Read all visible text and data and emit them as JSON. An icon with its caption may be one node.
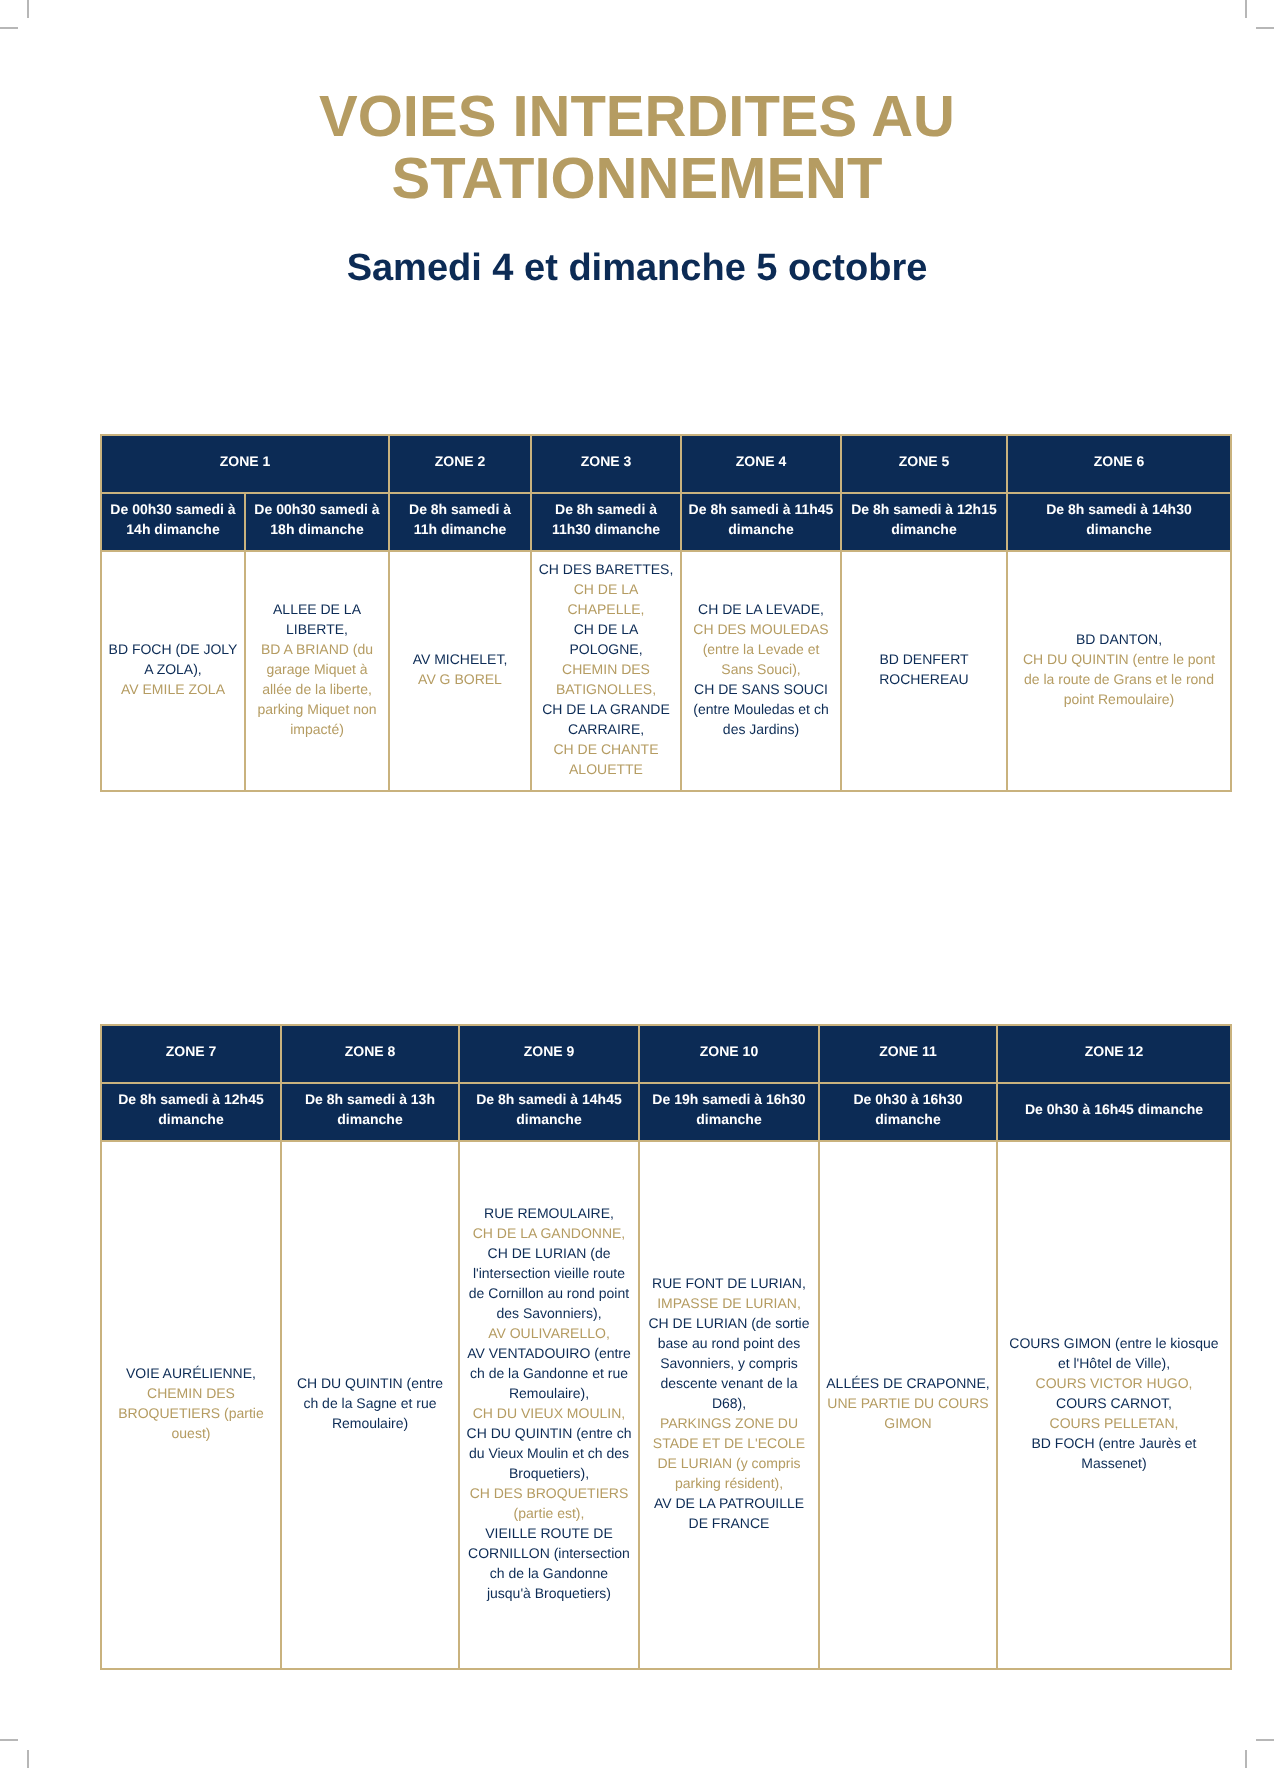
{
  "diagram": {
    "title": "VOIES INTERDITES AU STATIONNEMENT",
    "labels": [
      "Samedi 4 et dimanche 5 octobre",
      "ZONE 1",
      "ZONE 2",
      "ZONE 3",
      "ZONE 4",
      "ZONE 5",
      "ZONE 6",
      "De 00h30 samedi à 14h dimanche",
      "De 00h30 samedi à 18h dimanche",
      "De 8h samedi à 11h dimanche",
      "De 8h samedi à 11h30 dimanche",
      "De 8h samedi à 11h45 dimanche",
      "De 8h samedi à 12h15 dimanche",
      "De 8h samedi à 14h30 dimanche",
      "BD FOCH (DE JOLY A ZOLA),",
      "AV EMILE ZOLA",
      "ALLEE DE LA LIBERTE,",
      "BD A BRIAND (du garage Miquet à allée de la liberte, parking Miquet non impacté)",
      "AV MICHELET,",
      "AV G BOREL",
      "CH DES BARETTES,",
      "CH DE LA CHAPELLE,",
      "CH DE LA POLOGNE,",
      "CHEMIN DES BATIGNOLLES,",
      "CH DE LA GRANDE CARRAIRE,",
      "CH DE CHANTE ALOUETTE",
      "CH DE LA LEVADE,",
      "CH DES MOULEDAS (entre la Levade et Sans Souci),",
      "CH DE SANS SOUCI (entre Mouledas et ch des Jardins)",
      "BD DENFERT ROCHEREAU",
      "BD DANTON,",
      "CH DU QUINTIN (entre le pont de la route de Grans et le rond point Remoulaire)",
      "ZONE 7",
      "ZONE 8",
      "ZONE 9",
      "ZONE 10",
      "ZONE 11",
      "ZONE 12",
      "De 8h samedi à 12h45 dimanche",
      "De 8h samedi à 13h dimanche",
      "De 8h samedi à 14h45 dimanche",
      "De 19h samedi à 16h30 dimanche",
      "De 0h30 à 16h30 dimanche",
      "De 0h30 à 16h45 dimanche",
      "VOIE AURÉLIENNE,",
      "CHEMIN DES BROQUETIERS (partie ouest)",
      "CH DU QUINTIN (entre ch de la Sagne et rue Remoulaire)",
      "RUE REMOULAIRE,",
      "CH DE LA GANDONNE,",
      "CH DE LURIAN (de l'intersection vieille route de Cornillon au rond point des Savonniers),",
      "AV OULIVARELLO,",
      "AV VENTADOUIRO (entre ch de la Gandonne et rue Remoulaire),",
      "CH DU VIEUX MOULIN,",
      "CH DU QUINTIN (entre ch du Vieux Moulin et ch des Broquetiers),",
      "CH DES BROQUETIERS (partie est),",
      "VIEILLE ROUTE DE CORNILLON (intersection ch de la Gandonne jusqu'à Broquetiers)",
      "RUE FONT DE LURIAN,",
      "IMPASSE DE LURIAN,",
      "CH DE LURIAN (de sortie base au rond point des Savonniers, y compris descente venant de la D68),",
      "PARKINGS ZONE DU STADE ET DE L'ECOLE DE LURIAN (y compris parking résident),",
      "AV DE LA PATROUILLE DE FRANCE",
      "ALLÉES DE CRAPONNE,",
      "UNE PARTIE DU COURS GIMON",
      "COURS GIMON (entre le kiosque et l'Hôtel de Ville),",
      "COURS VICTOR HUGO,",
      "COURS CARNOT,",
      "COURS PELLETAN,",
      "BD FOCH (entre Jaurès et Massenet)"
    ]
  }
}
